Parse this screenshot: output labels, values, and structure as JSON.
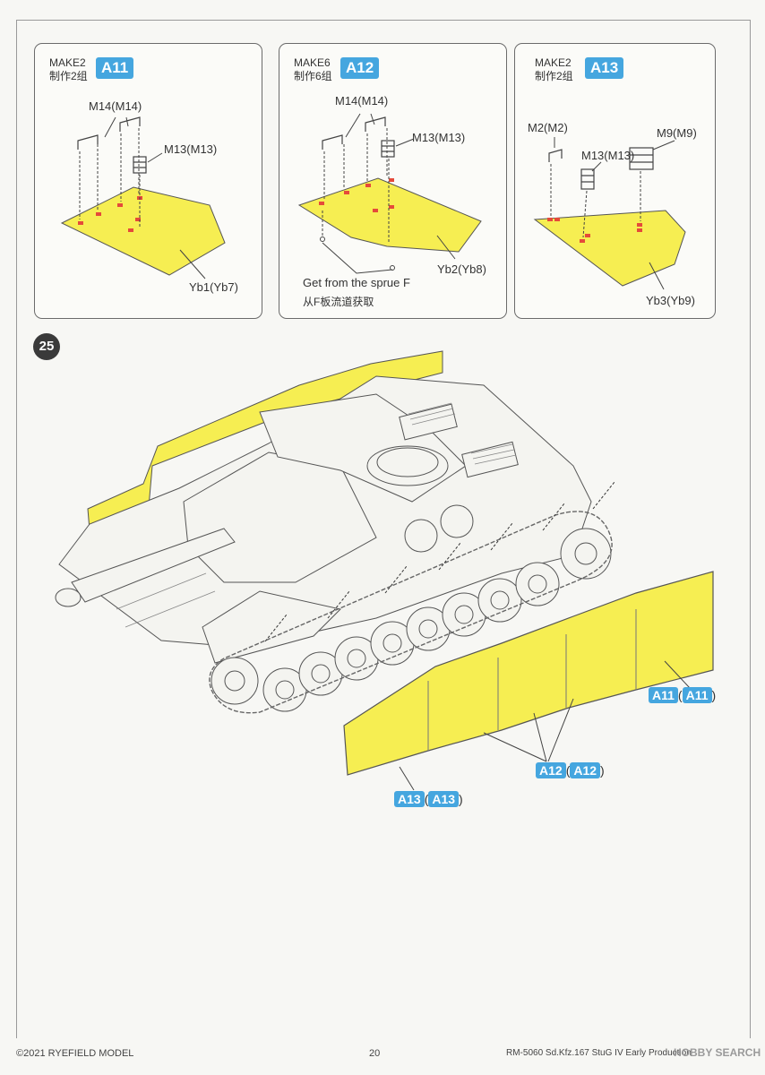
{
  "panels": [
    {
      "make": "MAKE2",
      "make_cn": "制作2组",
      "badge": "A11",
      "labels": {
        "top": "M14(M14)",
        "mid": "M13(M13)",
        "plate": "Yb1(Yb7)"
      }
    },
    {
      "make": "MAKE6",
      "make_cn": "制作6组",
      "badge": "A12",
      "labels": {
        "top": "M14(M14)",
        "mid": "M13(M13)",
        "plate": "Yb2(Yb8)",
        "sprue": "Get from the sprue F",
        "sprue_cn": "从F板流道获取"
      }
    },
    {
      "make": "MAKE2",
      "make_cn": "制作2组",
      "badge": "A13",
      "labels": {
        "left": "M2(M2)",
        "mid": "M13(M13)",
        "right": "M9(M9)",
        "plate": "Yb3(Yb9)"
      }
    }
  ],
  "step": "25",
  "callouts": {
    "a11": {
      "part": "A11",
      "alt": "A11"
    },
    "a12": {
      "part": "A12",
      "alt": "A12"
    },
    "a13": {
      "part": "A13",
      "alt": "A13"
    }
  },
  "footer": {
    "copyright": "©2021 RYEFIELD MODEL",
    "page": "20",
    "product": "RM-5060 Sd.Kfz.167 StuG IV Early Production",
    "watermark": "HOBBY SEARCH"
  },
  "colors": {
    "plate": "#f6ee52",
    "badge": "#45a6df",
    "hole": "#e54a3a"
  }
}
